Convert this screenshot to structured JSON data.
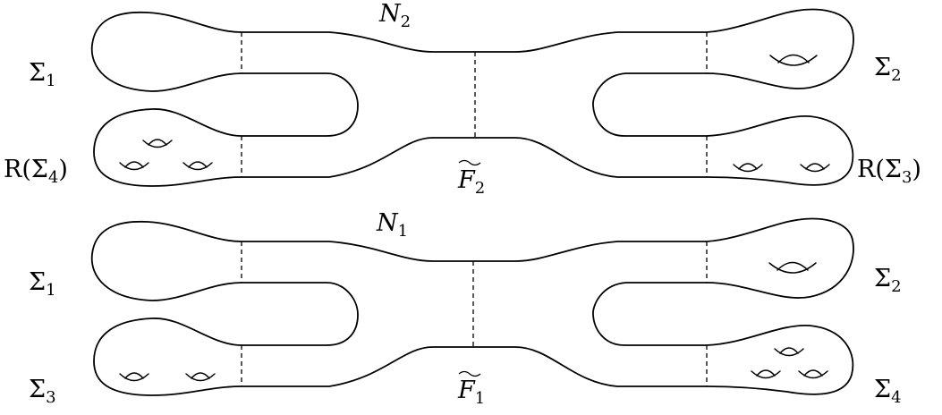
{
  "diagram": {
    "top": {
      "manifold": {
        "letter": "N",
        "sub": "2"
      },
      "surface": {
        "letter": "F",
        "sub": "2"
      },
      "left_upper": {
        "text": "Σ",
        "sub": "1"
      },
      "left_lower": {
        "prefix": "R(Σ",
        "sub": "4",
        "suffix": ")"
      },
      "right_upper": {
        "text": "Σ",
        "sub": "2"
      },
      "right_lower": {
        "prefix": "R(Σ",
        "sub": "3",
        "suffix": ")"
      }
    },
    "bottom": {
      "manifold": {
        "letter": "N",
        "sub": "1"
      },
      "surface": {
        "letter": "F",
        "sub": "1"
      },
      "left_upper": {
        "text": "Σ",
        "sub": "1"
      },
      "left_lower": {
        "text": "Σ",
        "sub": "3"
      },
      "right_upper": {
        "text": "Σ",
        "sub": "2"
      },
      "right_lower": {
        "text": "Σ",
        "sub": "4"
      }
    }
  }
}
